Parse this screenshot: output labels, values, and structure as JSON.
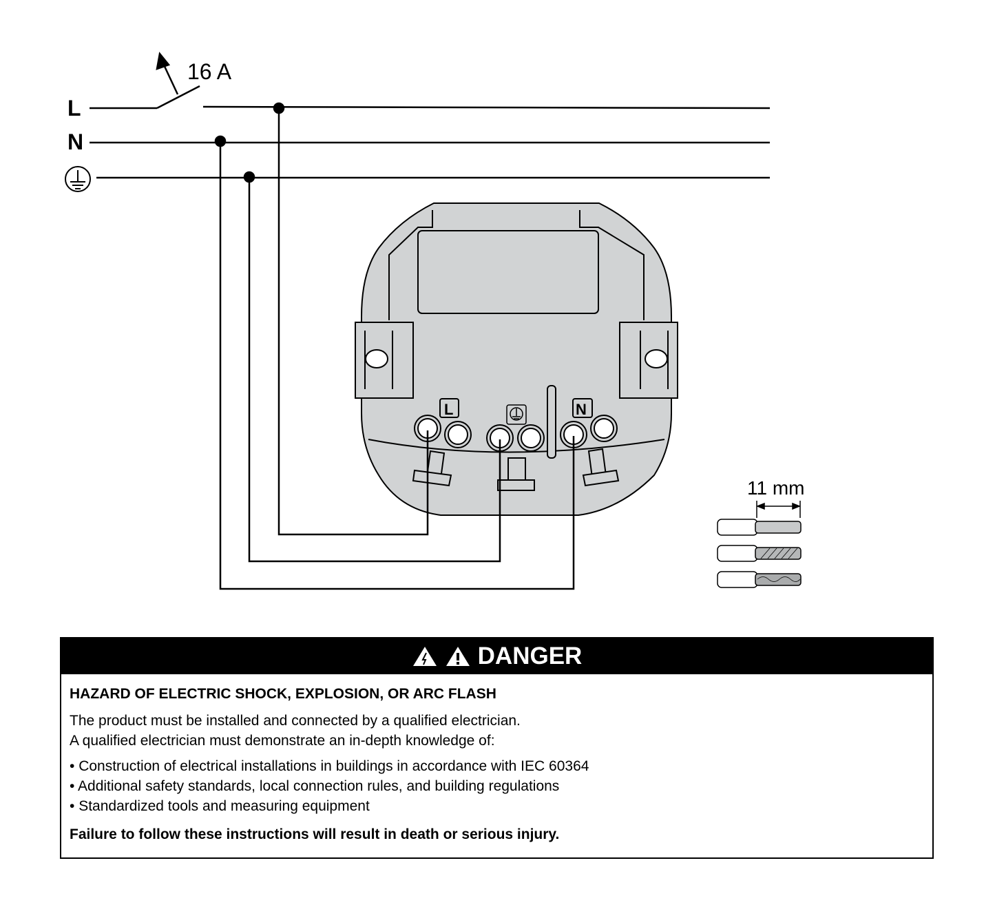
{
  "diagram": {
    "line_labels": {
      "l": "L",
      "n": "N"
    },
    "switch_rating": "16 A",
    "terminal_labels": {
      "l": "L",
      "n": "N"
    },
    "strip_length": "11 mm",
    "colors": {
      "device_fill": "#d1d3d4",
      "wire": "#000000"
    }
  },
  "danger": {
    "title": "DANGER",
    "hazard": "HAZARD OF ELECTRIC SHOCK, EXPLOSION, OR ARC FLASH",
    "intro": [
      "The product must be installed and connected by a qualified electrician.",
      "A qualified electrician must demonstrate an in-depth knowledge of:"
    ],
    "items": [
      "Construction of electrical installations in buildings in accordance with IEC 60364",
      "Additional safety standards, local connection rules, and building regulations",
      "Standardized tools and measuring equipment"
    ],
    "warning": "Failure to follow these instructions will result in death or serious injury."
  }
}
